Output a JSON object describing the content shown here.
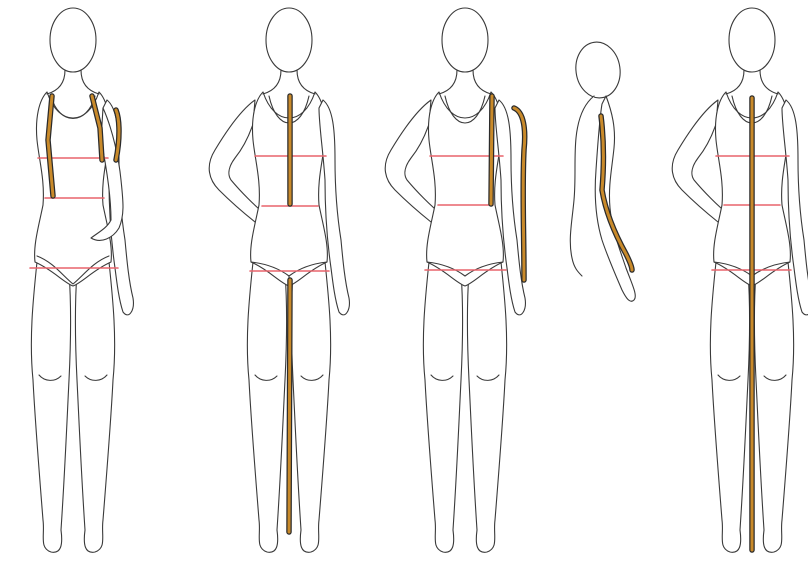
{
  "colors": {
    "background": "#ffffff",
    "outline": "#3a3a3a",
    "measurement_line": "#e8646c",
    "tape_fill": "#c98a2a",
    "tape_edge": "#2b2b2b"
  },
  "figures": [
    {
      "view": "front",
      "measurement_lines": [
        "bust",
        "waist",
        "hip"
      ],
      "tapes": [
        "strap-left",
        "strap-right",
        "shoulder"
      ]
    },
    {
      "view": "back",
      "measurement_lines": [
        "bust",
        "waist",
        "hip"
      ],
      "tapes": [
        "nape-to-waist",
        "leg-length"
      ]
    },
    {
      "view": "back",
      "measurement_lines": [
        "bust",
        "waist",
        "hip"
      ],
      "tapes": [
        "center-back",
        "arm-length"
      ]
    },
    {
      "view": "side",
      "measurement_lines": [],
      "tapes": [
        "arm-length"
      ]
    },
    {
      "view": "back",
      "measurement_lines": [
        "bust",
        "waist",
        "hip"
      ],
      "tapes": [
        "full-height"
      ]
    }
  ]
}
